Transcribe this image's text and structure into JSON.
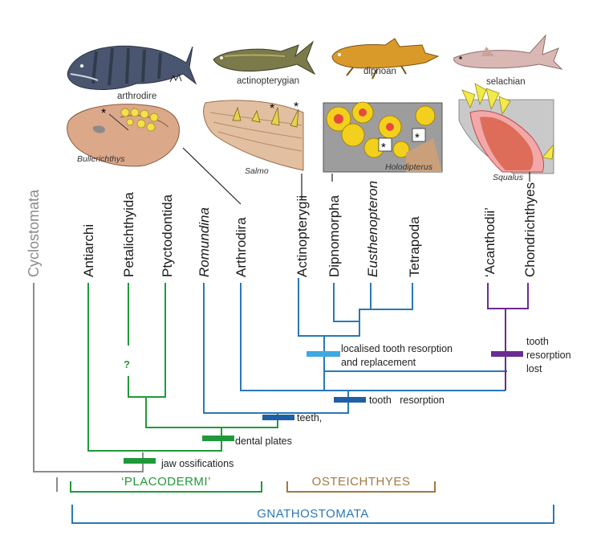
{
  "taxa": {
    "cyclostomata": "Cyclostomata",
    "antiarchi": "Antiarchi",
    "petalichthyida": "Petalichthyida",
    "ptyctodontida": "Ptyctodontida",
    "romundina": "Romundina",
    "arthrodira": "Arthrodira",
    "actinopterygii": "Actinopterygii",
    "dipnomorpha": "Dipnomorpha",
    "eusthenopteron": "Eusthenopteron",
    "tetrapoda": "Tetrapoda",
    "acanthodii": "‘Acanthodii’",
    "chondrichthyes": "Chondrichthyes"
  },
  "animals": {
    "arthrodire": "arthrodire",
    "actinopterygian": "actinopterygian",
    "dipnoan": "dipnoan",
    "selachian": "selachian"
  },
  "genera": {
    "bullerichthys": "Bullerichthys",
    "salmo": "Salmo",
    "holodipterus": "Holodipterus",
    "squalus": "Squalus"
  },
  "annotations": {
    "question_mark": "?",
    "jaw_ossifications": "jaw ossifications",
    "dental_plates": "dental plates",
    "teeth": "teeth,",
    "tooth_resorption": "tooth   resorption",
    "localised_1": "localised tooth resorption",
    "localised_2": "and replacement",
    "lost_1": "tooth",
    "lost_2": "resorption",
    "lost_3": "lost",
    "asterisk": "*"
  },
  "groups": {
    "placodermi": "‘PLACODERMI’",
    "osteichthyes": "OSTEICHTHYES",
    "gnathostomata": "GNATHOSTOMATA"
  },
  "colors": {
    "gray": "#8c8c8c",
    "green": "#1f9a3a",
    "blue": "#2a78b8",
    "dark_blue": "#1f5fa6",
    "light_blue": "#3fa9e0",
    "purple": "#6a2c91",
    "brown": "#a07a44"
  }
}
